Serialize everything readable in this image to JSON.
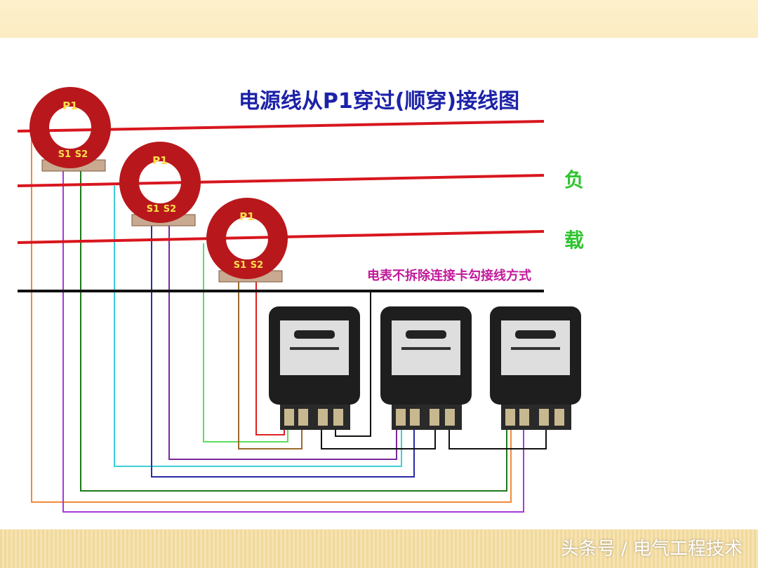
{
  "title": "电源线从P1穿过(顺穿)接线图",
  "load_label_1": "负",
  "load_label_2": "载",
  "meter_note": "电表不拆除连接卡勾接线方式",
  "ct_labels": {
    "primary": "P1",
    "s1": "S1",
    "s2": "S2"
  },
  "watermark": "头条号 / 电气工程技术",
  "colors": {
    "title": "#1c22a8",
    "load_text": "#2fc42f",
    "note": "#c2189a",
    "phase_line": "#d8161e",
    "neutral_line": "#111111",
    "ct_body": "#b8181c"
  }
}
